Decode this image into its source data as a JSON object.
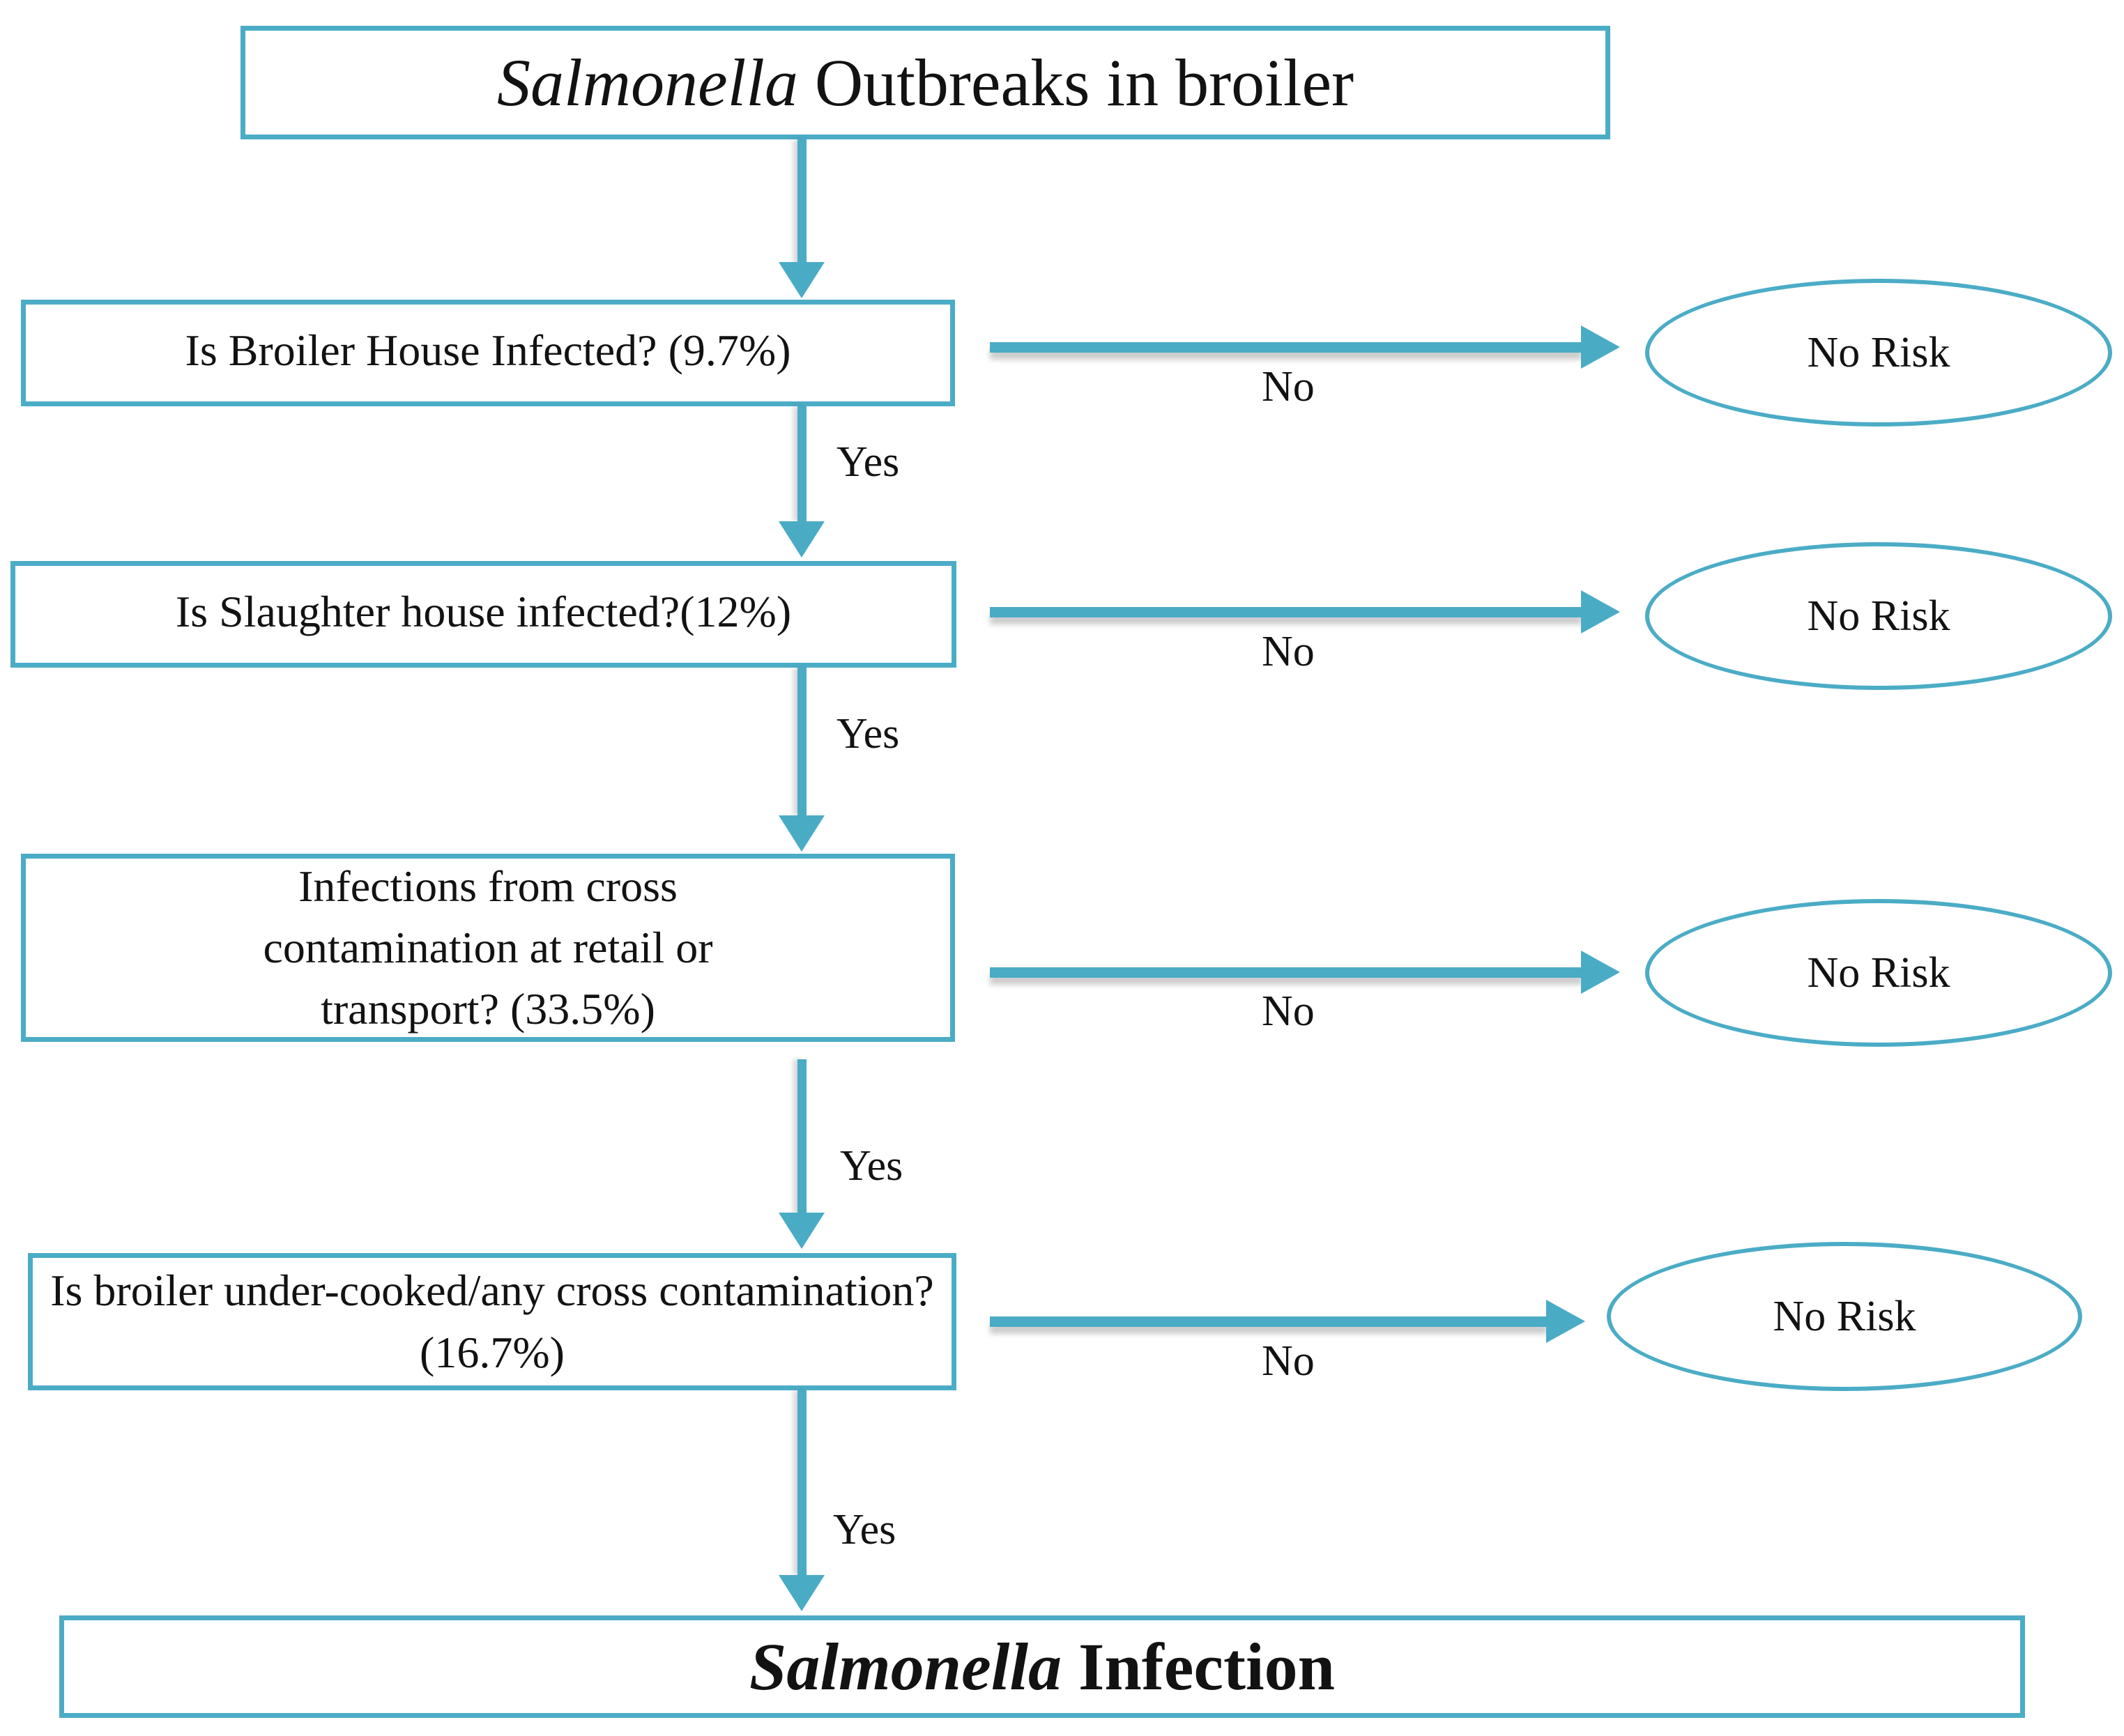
{
  "page": {
    "background": "#ffffff"
  },
  "flow": {
    "title": {
      "italic": "Salmonella",
      "rest": " Outbreaks in broiler"
    },
    "steps": [
      {
        "question": "Is Broiler House Infected? (9.7%)",
        "yes_label": "Yes",
        "no_label": "No",
        "no_outcome": "No Risk"
      },
      {
        "question": "Is Slaughter house infected?(12%)",
        "yes_label": "Yes",
        "no_label": "No",
        "no_outcome": "No Risk"
      },
      {
        "question": "Infections from cross contamination at retail or transport? (33.5%)",
        "yes_label": "Yes",
        "no_label": "No",
        "no_outcome": "No Risk"
      },
      {
        "question": "Is broiler under-cooked/any cross contamination? (16.7%)",
        "yes_label": "Yes",
        "no_label": "No",
        "no_outcome": "No Risk"
      }
    ],
    "final": {
      "italic": "Salmonella",
      "rest": " Infection"
    },
    "colors": {
      "accent_teal": "#4BACC6",
      "arrow_teal": "#4AABC5",
      "text": "#121212"
    }
  }
}
